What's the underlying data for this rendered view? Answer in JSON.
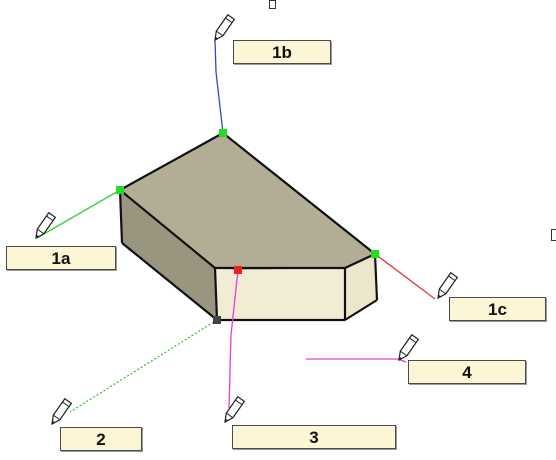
{
  "labels": {
    "label_1a": "1a",
    "label_1b": "1b",
    "label_1c": "1c",
    "label_2": "2",
    "label_3": "3",
    "label_4": "4"
  },
  "colors": {
    "top_face": "#b3ad96",
    "left_face": "#9a957f",
    "front_face": "#f2ecd5",
    "right_face": "#ece6cc",
    "edge": "#111111",
    "axis_blue": "#2a4ad6",
    "axis_green": "#35d235",
    "axis_red": "#e83838",
    "axis_magenta": "#e040e0",
    "inference_green": "#35b835",
    "endpoint_green": "#22dd22",
    "endpoint_red": "#ee2222",
    "endpoint_dark": "#444444",
    "label_bg": "#fdf6d4"
  },
  "icons": {
    "pencil": "pencil-icon",
    "endpoint": "endpoint-marker-icon"
  }
}
